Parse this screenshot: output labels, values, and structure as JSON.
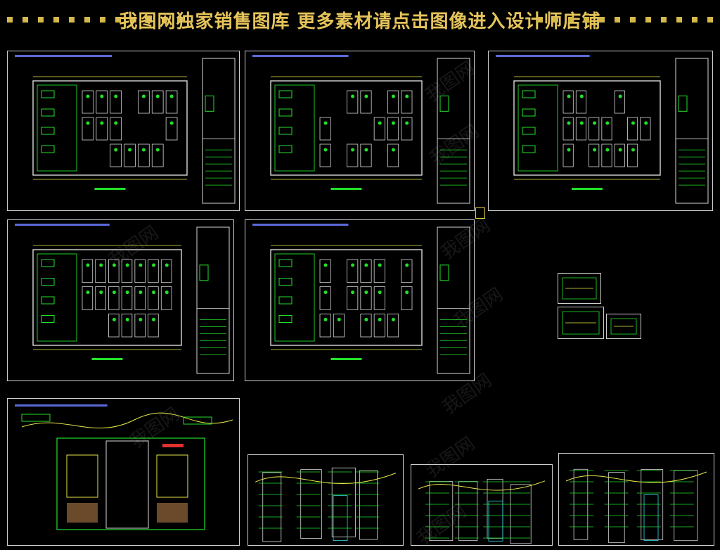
{
  "banner": {
    "title": "我图网独家销售图库  更多素材请点击图像进入设计师店铺",
    "dot_color": "#d4b84a",
    "title_color": "#e6c45a"
  },
  "watermark": {
    "text": "我图网"
  },
  "sheets": [
    {
      "id": "floorplan-1",
      "kind": "floor-plan"
    },
    {
      "id": "floorplan-2",
      "kind": "floor-plan"
    },
    {
      "id": "floorplan-3",
      "kind": "floor-plan"
    },
    {
      "id": "floorplan-4",
      "kind": "floor-plan"
    },
    {
      "id": "floorplan-5",
      "kind": "floor-plan"
    },
    {
      "id": "detail-small",
      "kind": "detail"
    },
    {
      "id": "elevation-1",
      "kind": "elevation"
    },
    {
      "id": "elevation-2",
      "kind": "elevation"
    },
    {
      "id": "elevation-3",
      "kind": "elevation"
    },
    {
      "id": "elevation-4",
      "kind": "elevation"
    }
  ],
  "colors": {
    "background": "#000000",
    "line_green": "#22e02a",
    "line_yellow": "#e8e84a",
    "line_white": "#d8d8d8",
    "line_cyan": "#35d6e0",
    "line_red": "#e03030",
    "title_strip": "#5a6ad8"
  }
}
